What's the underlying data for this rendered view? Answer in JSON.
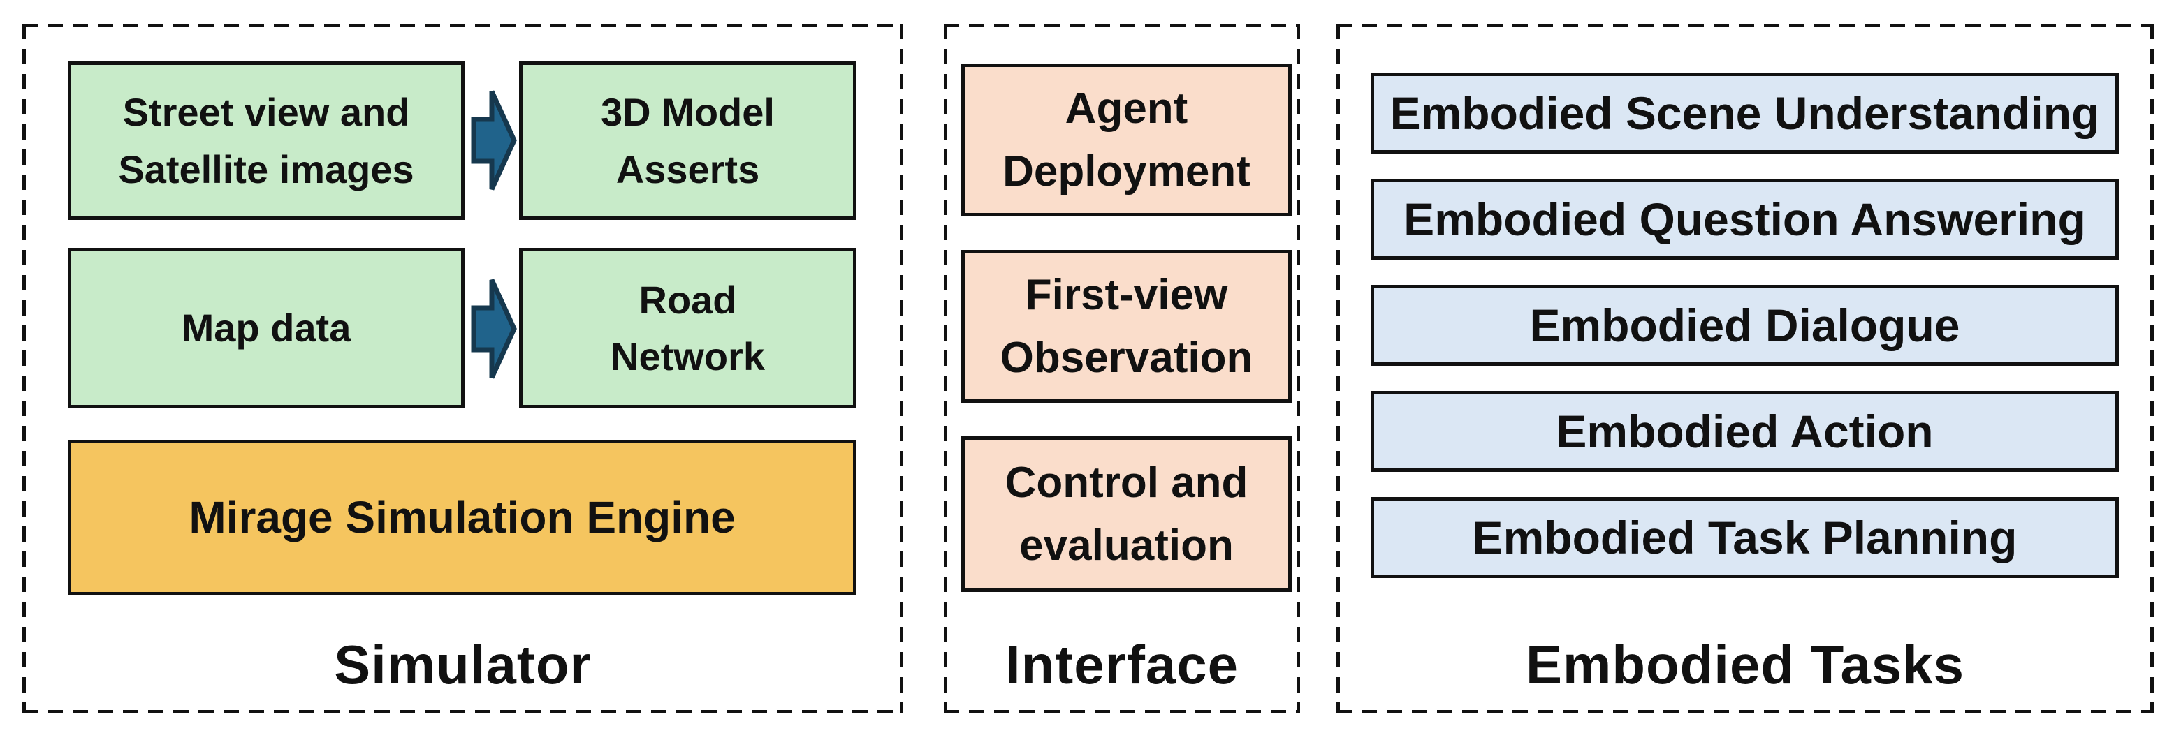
{
  "diagram_title": "Simulator / Interface / Embodied Tasks architecture diagram",
  "colors": {
    "box_green": "#C8EBC9",
    "box_orange": "#F5C55F",
    "box_peach": "#FADDCB",
    "box_blue": "#DBE7F4",
    "arrow_fill": "#20638B",
    "arrow_stroke": "#16384E",
    "outline_black": "#111111"
  },
  "icons": {
    "flow_arrow": "right-block-arrow-icon"
  },
  "simulator": {
    "label": "Simulator",
    "boxes": [
      {
        "label": "Street view and\nSatellite images"
      },
      {
        "label": "3D Model\nAsserts"
      },
      {
        "label": "Map data"
      },
      {
        "label": "Road\nNetwork"
      },
      {
        "label": "Mirage Simulation Engine"
      }
    ]
  },
  "interface": {
    "label": "Interface",
    "boxes": [
      {
        "label": "Agent\nDeployment"
      },
      {
        "label": "First-view\nObservation"
      },
      {
        "label": "Control and\nevaluation"
      }
    ]
  },
  "embodied_tasks": {
    "label": "Embodied Tasks",
    "boxes": [
      {
        "label": "Embodied Scene Understanding"
      },
      {
        "label": "Embodied Question Answering"
      },
      {
        "label": "Embodied Dialogue"
      },
      {
        "label": "Embodied Action"
      },
      {
        "label": "Embodied Task Planning"
      }
    ]
  }
}
